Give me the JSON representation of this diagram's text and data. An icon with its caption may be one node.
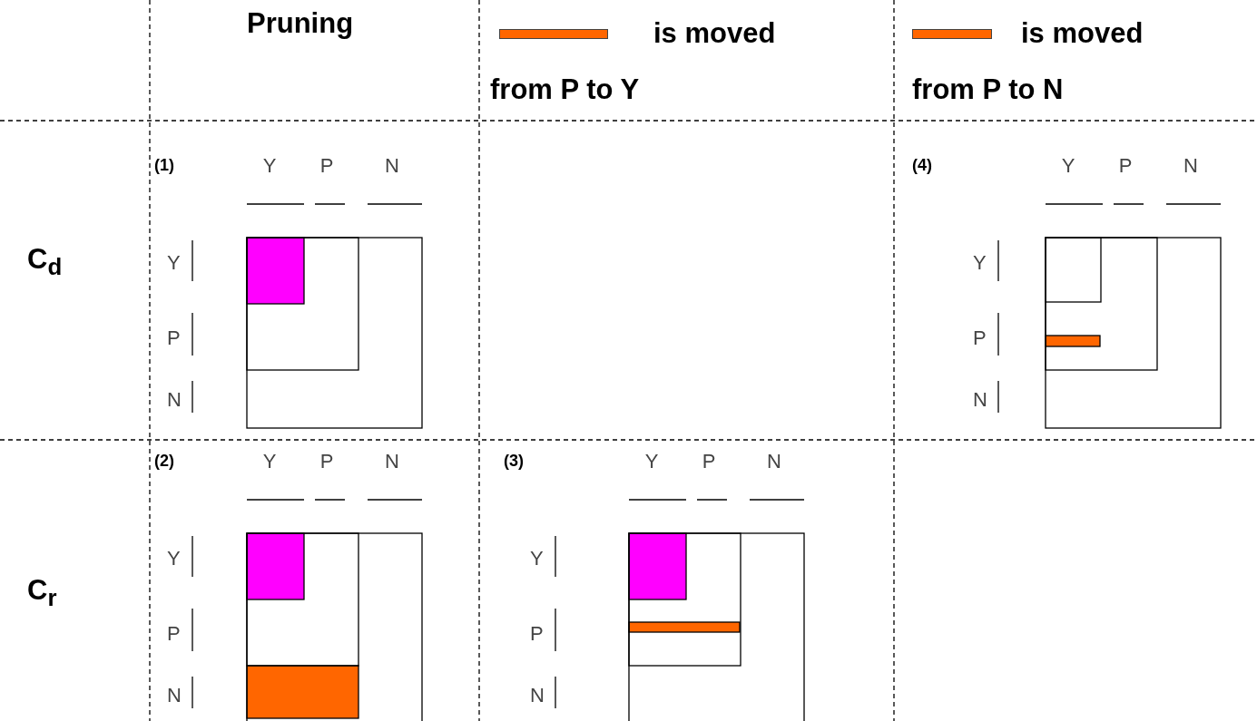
{
  "diagram": {
    "labels": [
      "Pruning",
      "C$_{d}$",
      "(1)",
      "Y",
      "P",
      "N",
      "Y",
      "P",
      "N",
      "(4)",
      "Y",
      "P",
      "N",
      "Y",
      "P",
      "N",
      "C$_{r}$",
      "(2)",
      "Y",
      "P",
      "N",
      "Y",
      "P",
      "N",
      "(3)",
      "Y",
      "P",
      "N",
      "Y",
      "P",
      "N"
    ],
    "legend": [
      {
        "text": "is moved from P to Y",
        "color": "#ff6600"
      },
      {
        "text": "is moved from P to N",
        "color": "#ff6600"
      }
    ]
  }
}
